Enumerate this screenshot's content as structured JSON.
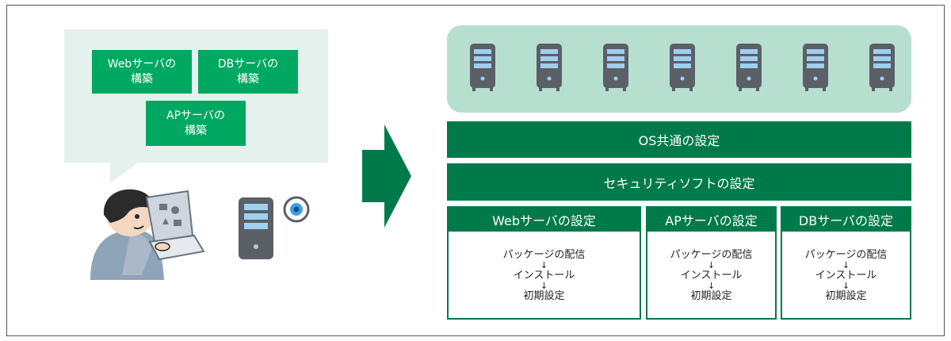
{
  "left_panel": {
    "tasks": {
      "web": "Webサーバの\n構築",
      "db": "DBサーバの\n構築",
      "ap": "APサーバの\n構築"
    }
  },
  "right_panel": {
    "server_count": 7,
    "os_bar": "OS共通の設定",
    "security_bar": "セキュリティソフトの設定",
    "columns": [
      {
        "title": "Webサーバの設定",
        "steps": [
          "パッケージの配信",
          "↓",
          "インストール",
          "↓",
          "初期設定"
        ]
      },
      {
        "title": "APサーバの設定",
        "steps": [
          "パッケージの配信",
          "↓",
          "インストール",
          "↓",
          "初期設定"
        ]
      },
      {
        "title": "DBサーバの設定",
        "steps": [
          "パッケージの配信",
          "↓",
          "インストール",
          "↓",
          "初期設定"
        ]
      }
    ]
  },
  "colors": {
    "task_green": "#00a862",
    "dark_green": "#007a4a",
    "bubble_bg": "#e4f1ec",
    "server_row_bg": "#b7dfcf"
  },
  "icons": [
    "person-at-laptop-icon",
    "server-icon",
    "eye-icon",
    "arrow-right-icon"
  ]
}
